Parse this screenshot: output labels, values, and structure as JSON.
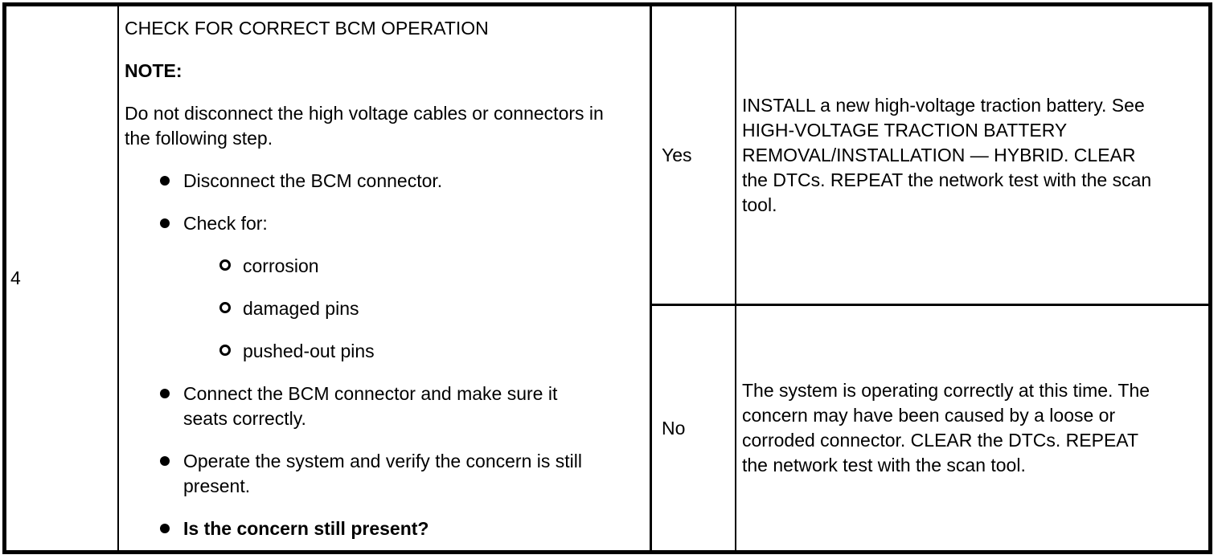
{
  "table": {
    "step": {
      "number": "4"
    },
    "procedure": {
      "title": "CHECK FOR CORRECT BCM OPERATION",
      "note_label": "NOTE:",
      "note_body": "Do not disconnect the high voltage cables or connectors in\nthe following step.",
      "bullets": [
        {
          "level": 1,
          "bold": false,
          "text": "Disconnect the BCM connector."
        },
        {
          "level": 1,
          "bold": false,
          "text": "Check for:"
        },
        {
          "level": 2,
          "bold": false,
          "text": "corrosion"
        },
        {
          "level": 2,
          "bold": false,
          "text": "damaged pins"
        },
        {
          "level": 2,
          "bold": false,
          "text": "pushed-out pins"
        },
        {
          "level": 1,
          "bold": false,
          "text": "Connect the BCM connector and make sure it\nseats correctly."
        },
        {
          "level": 1,
          "bold": false,
          "text": "Operate the system and verify the concern is still\npresent."
        },
        {
          "level": 1,
          "bold": true,
          "text": "Is the concern still present?"
        }
      ]
    },
    "results": [
      {
        "label": "Yes",
        "action": "INSTALL a new high-voltage traction battery. See\nHIGH-VOLTAGE TRACTION BATTERY\nREMOVAL/INSTALLATION — HYBRID. CLEAR\nthe DTCs. REPEAT the network test with the scan\ntool."
      },
      {
        "label": "No",
        "action": "The system is operating correctly at this time. The\nconcern may have been caused by a loose or\ncorroded connector. CLEAR the DTCs. REPEAT\nthe network test with the scan tool."
      }
    ]
  },
  "colors": {
    "border": "#000000",
    "text": "#000000",
    "background": "#ffffff"
  }
}
